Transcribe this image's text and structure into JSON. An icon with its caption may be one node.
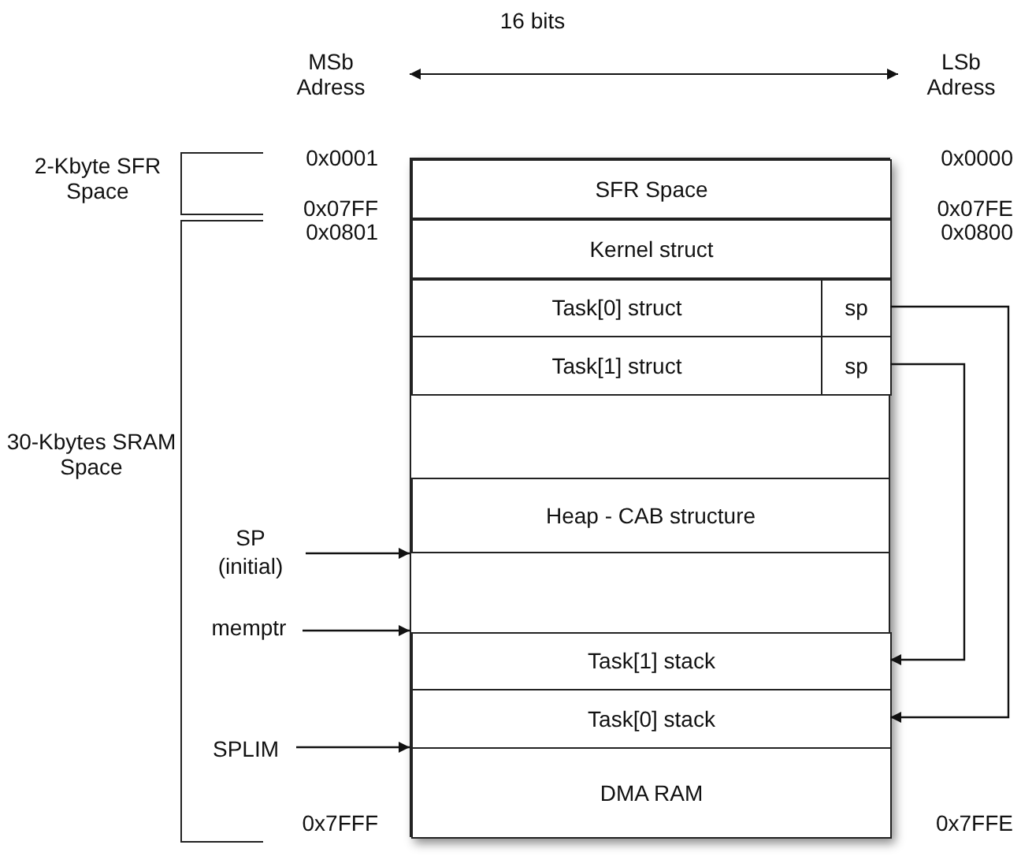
{
  "diagram": {
    "nodes": [
      {
        "text": [],
        "shape": "box"
      },
      {
        "text": [
          "SFR Space"
        ],
        "in": 0
      },
      {
        "text": [
          "Kernel struct"
        ],
        "in": 0
      },
      {
        "text": [
          "Task[0] struct"
        ],
        "in": 0
      },
      {
        "text": [
          "sp"
        ],
        "in": 0
      },
      {
        "text": [
          "Task[1] struct"
        ],
        "in": 0
      },
      {
        "text": [
          "sp"
        ],
        "in": 0
      },
      {
        "text": [
          "Heap - CAB structure"
        ],
        "in": 0
      },
      {
        "text": [
          "Task[1] stack"
        ],
        "in": 0
      },
      {
        "text": [
          "Task[0] stack"
        ],
        "in": 0
      },
      {
        "text": [
          "DMA RAM"
        ],
        "in": 0
      },
      {
        "text": [
          "SP (initial)"
        ]
      },
      {
        "text": [
          "memptr"
        ]
      },
      {
        "text": [
          "SPLIM"
        ]
      }
    ],
    "edges": [
      {
        "from": 4,
        "to": 9,
        "arrow": "to"
      },
      {
        "from": 6,
        "to": 8,
        "arrow": "to"
      },
      {
        "from": 11,
        "to": 0,
        "arrow": "to"
      },
      {
        "from": 12,
        "to": 0,
        "arrow": "to"
      },
      {
        "from": 13,
        "to": 0,
        "arrow": "to"
      }
    ],
    "labels": [
      "16 bits",
      "MSb Adress",
      "LSb Adress",
      "2-Kbyte SFR Space",
      "0x0001",
      "0x0000",
      "0x07FF",
      "0x07FE",
      "0x0801",
      "0x0800",
      "30-Kbytes SRAM Space",
      "0x7FFF",
      "0x7FFE"
    ]
  }
}
